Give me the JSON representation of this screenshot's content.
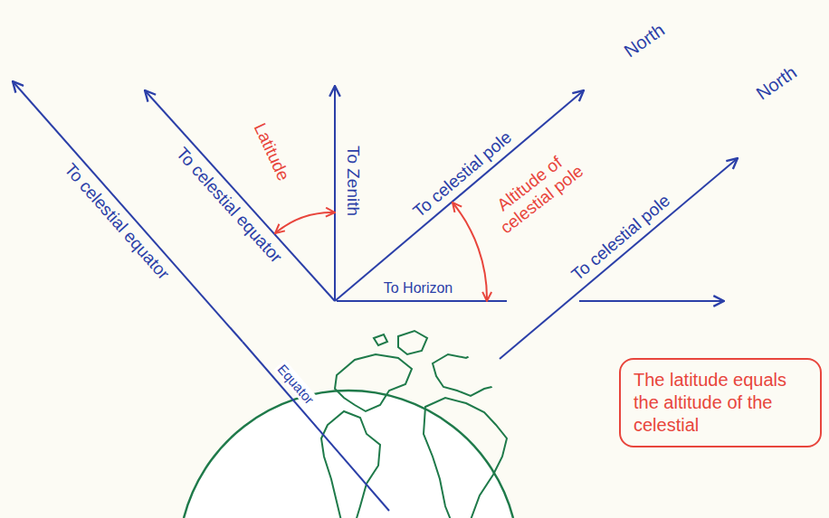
{
  "diagram": {
    "nodes": [
      {
        "text": [
          "The latitude equals the altitude of the celestial"
        ]
      }
    ],
    "labels": [
      "North",
      "To celestial equator",
      "To celestial equator",
      "Latitude",
      "To Zenith",
      "To celestial pole",
      "Altitude of celestial pole",
      "North",
      "To celestial pole",
      "To Horizon",
      "Equator"
    ]
  }
}
